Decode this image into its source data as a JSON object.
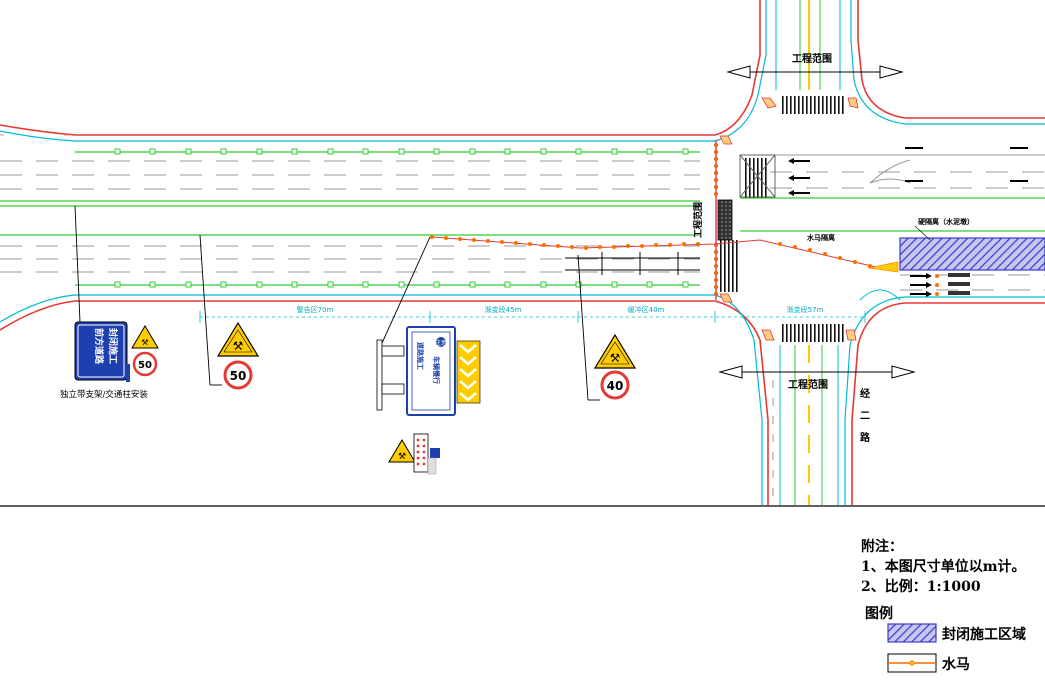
{
  "labels": {
    "work_scope_north": "工程范围",
    "work_scope_south": "工程范围",
    "work_scope_vertical": "工程范围",
    "water_barrier_label": "水马隔离",
    "hard_barrier_label": "硬隔离（水泥墩）",
    "road_name": [
      "经",
      "二",
      "路"
    ],
    "sign_install_note": "独立带支架/交通柱安装"
  },
  "dimensions": {
    "warning_zone": "警告区70m",
    "upstream_transition": "渐变段45m",
    "buffer_zone": "缓冲区40m",
    "downstream_transition": "渐变段57m"
  },
  "signs": {
    "blue_panel_lines": [
      "前方道路",
      "封闭施工"
    ],
    "speed_limit_1": "50",
    "speed_limit_2": "50",
    "speed_limit_3": "40",
    "board_lines": [
      "道路施工",
      "车辆慢行"
    ],
    "board_symbol": "注意"
  },
  "notes": {
    "title": "附注：",
    "line1": "1、本图尺寸单位以m计。",
    "line2": "2、比例：1:1000"
  },
  "legend": {
    "title": "图例",
    "items": [
      {
        "name": "封闭施工区域",
        "swatch": "hatched-area"
      },
      {
        "name": "水马",
        "swatch": "water-barrier-line"
      }
    ]
  },
  "colors": {
    "road_edge": "#e53935",
    "curb": "#00bcd4",
    "lane_green": "#33cc33",
    "lane_gray": "#999999",
    "barrier_orange": "#ff6d00",
    "barrier_red": "#e53935",
    "sign_blue": "#1e40af",
    "sign_yellow": "#ffcc00",
    "closed_area": "#3b3bd1"
  }
}
